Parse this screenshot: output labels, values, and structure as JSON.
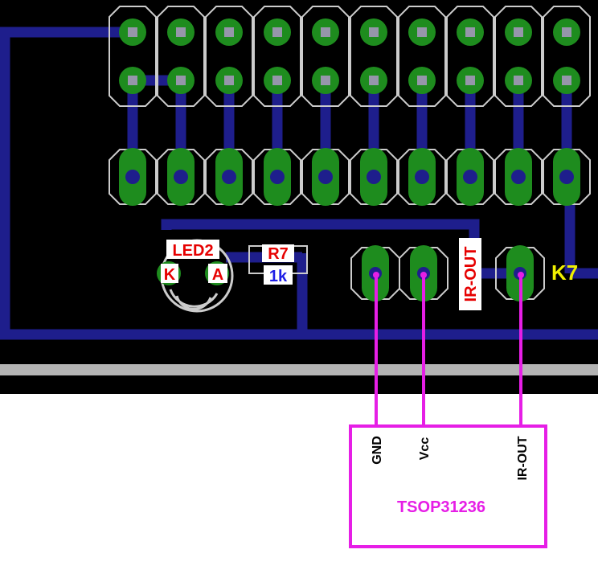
{
  "colors": {
    "board": "#000000",
    "trace": "#1e1e8c",
    "pad": "#1e8c1e",
    "silk": "#cccccc",
    "drill": "#1e1e8c",
    "wire": "#e61ee6",
    "label_red": "#e60000",
    "label_blue": "#1e1ee6",
    "label_yellow": "#f0f000",
    "rail": "#b4b4b4",
    "white": "#ffffff"
  },
  "pcb": {
    "led_label": "LED2",
    "led_k": "K",
    "led_a": "A",
    "resistor_label": "R7",
    "resistor_value": "1k",
    "irout_label": "IR-OUT",
    "connector_label": "K7"
  },
  "module": {
    "name": "TSOP31236",
    "pins": [
      "GND",
      "Vcc",
      "IR-OUT"
    ]
  }
}
